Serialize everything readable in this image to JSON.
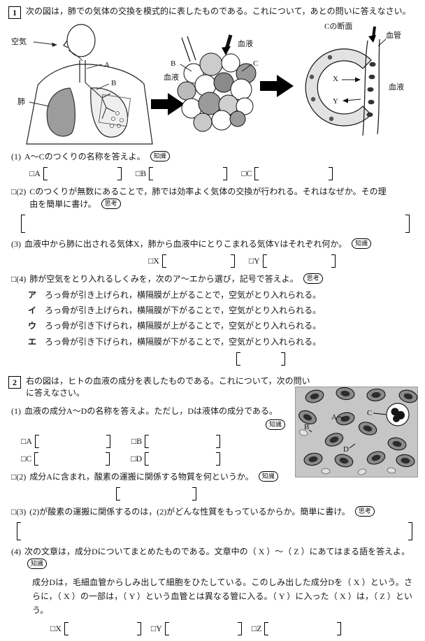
{
  "q1": {
    "num": "1",
    "intro": "次の図は，肺での気体の交換を模式的に表したものである。これについて，あとの問いに答えなさい。",
    "fig": {
      "air": "空気",
      "lung": "肺",
      "label_a": "A",
      "label_b": "B",
      "label_b2": "B",
      "blood1": "血液",
      "blood2": "血液",
      "label_c": "C",
      "section_title": "Cの断面",
      "vessel": "血管",
      "label_x": "X",
      "label_y": "Y",
      "blood3": "血液"
    },
    "s1": {
      "no": "(1)",
      "text": "A〜Cのつくりの名称を答えよ。",
      "badge": "知識",
      "a": "□A",
      "b": "□B",
      "c": "□C"
    },
    "s2": {
      "no": "□(2)",
      "text": "Cのつくりが無数にあることで，肺では効率よく気体の交換が行われる。それはなぜか。その理由を簡単に書け。",
      "badge": "思考"
    },
    "s3": {
      "no": "(3)",
      "text": "血液中から肺に出される気体X，肺から血液中にとりこまれる気体Yはそれぞれ何か。",
      "badge": "知識",
      "x": "□X",
      "y": "□Y"
    },
    "s4": {
      "no": "□(4)",
      "text": "肺が空気をとり入れるしくみを，次のア〜エから選び，記号で答えよ。",
      "badge": "思考",
      "options": [
        {
          "key": "ア",
          "text": "ろっ骨が引き上げられ，横隔膜が上がることで，空気がとり入れられる。"
        },
        {
          "key": "イ",
          "text": "ろっ骨が引き上げられ，横隔膜が下がることで，空気がとり入れられる。"
        },
        {
          "key": "ウ",
          "text": "ろっ骨が引き下げられ，横隔膜が上がることで，空気がとり入れられる。"
        },
        {
          "key": "エ",
          "text": "ろっ骨が引き下げられ，横隔膜が下がることで，空気がとり入れられる。"
        }
      ]
    }
  },
  "q2": {
    "num": "2",
    "intro": "右の図は，ヒトの血液の成分を表したものである。これについて，次の問いに答えなさい。",
    "fig": {
      "label_a": "A",
      "label_b": "B",
      "label_c": "C",
      "label_d": "D"
    },
    "s1": {
      "no": "(1)",
      "text": "血液の成分A〜Dの名称を答えよ。ただし，Dは液体の成分である。",
      "badge": "知識",
      "a": "□A",
      "b": "□B",
      "c": "□C",
      "d": "□D"
    },
    "s2": {
      "no": "□(2)",
      "text": "成分Aに含まれ，酸素の運搬に関係する物質を何というか。",
      "badge": "知識"
    },
    "s3": {
      "no": "□(3)",
      "text": "(2)が酸素の運搬に関係するのは，(2)がどんな性質をもっているからか。簡単に書け。",
      "badge": "思考"
    },
    "s4": {
      "no": "(4)",
      "text": "次の文章は，成分Dについてまとめたものである。文章中の（ X ）〜（ Z ）にあてはまる語を答えよ。",
      "badge": "知識",
      "para": "成分Dは，毛細血管からしみ出して細胞をひたしている。このしみ出した成分Dを（ X ）という。さらに，（ X ）の一部は，（ Y ）という血管とは異なる管に入る。（ Y ）に入った（ X ）は，（ Z ）という。",
      "x": "□X",
      "y": "□Y",
      "z": "□Z"
    }
  }
}
